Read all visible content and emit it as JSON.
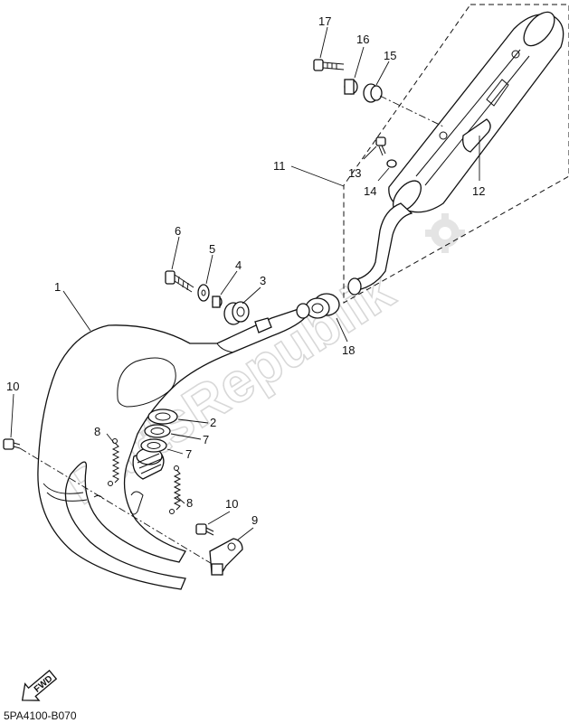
{
  "diagram": {
    "code": "5PA4100-B070",
    "watermark": "PartsRepublik",
    "fwd_label": "FWD",
    "callouts": [
      {
        "id": "c1",
        "label": "1"
      },
      {
        "id": "c2",
        "label": "2"
      },
      {
        "id": "c3",
        "label": "3"
      },
      {
        "id": "c4",
        "label": "4"
      },
      {
        "id": "c5",
        "label": "5"
      },
      {
        "id": "c6",
        "label": "6"
      },
      {
        "id": "c7a",
        "label": "7"
      },
      {
        "id": "c7b",
        "label": "7"
      },
      {
        "id": "c8a",
        "label": "8"
      },
      {
        "id": "c8b",
        "label": "8"
      },
      {
        "id": "c9",
        "label": "9"
      },
      {
        "id": "c10a",
        "label": "10"
      },
      {
        "id": "c10b",
        "label": "10"
      },
      {
        "id": "c11",
        "label": "11"
      },
      {
        "id": "c12",
        "label": "12"
      },
      {
        "id": "c13",
        "label": "13"
      },
      {
        "id": "c14",
        "label": "14"
      },
      {
        "id": "c15",
        "label": "15"
      },
      {
        "id": "c16",
        "label": "16"
      },
      {
        "id": "c17",
        "label": "17"
      },
      {
        "id": "c18",
        "label": "18"
      }
    ]
  }
}
